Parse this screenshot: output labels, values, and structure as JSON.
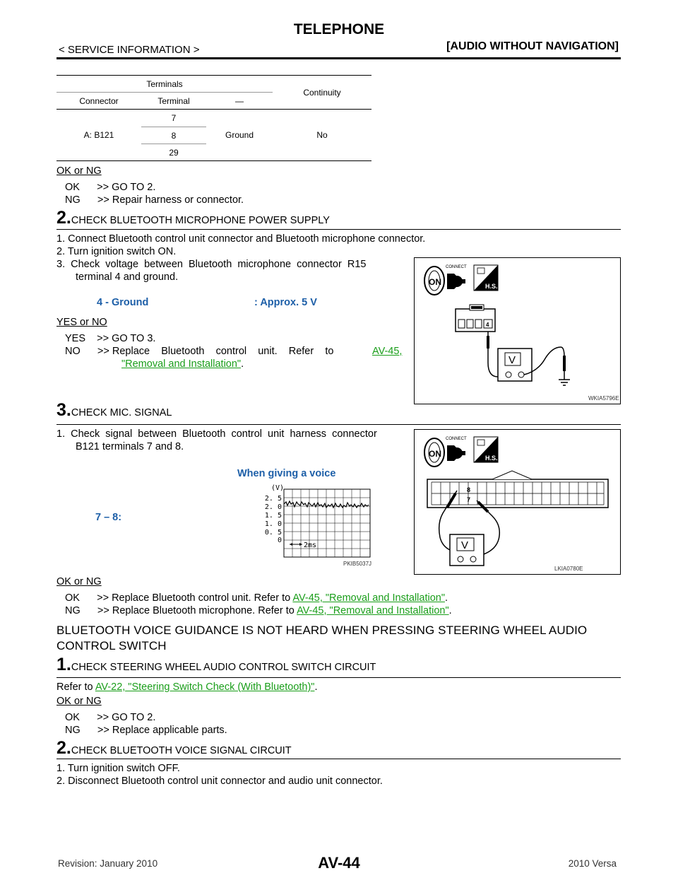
{
  "header": {
    "title": "TELEPHONE",
    "left": "< SERVICE INFORMATION >",
    "right": "[AUDIO WITHOUT NAVIGATION]"
  },
  "table": {
    "terminals": "Terminals",
    "continuity": "Continuity",
    "connector": "Connector",
    "terminal": "Terminal",
    "dash": "—",
    "connector_value": "A: B121",
    "terminal_values": [
      "7",
      "8",
      "29"
    ],
    "ground": "Ground",
    "result": "No"
  },
  "sec1": {
    "ok_or_ng": "OK or NG",
    "ok": "OK      >> GO TO 2.",
    "ng": "NG      >> Repair harness or connector."
  },
  "step2": {
    "num": "2.",
    "title": "CHECK BLUETOOTH MICROPHONE POWER SUPPLY",
    "l1": "1.  Connect Bluetooth control unit connector and Bluetooth microphone connector.",
    "l2": "2.  Turn ignition switch ON.",
    "l3a": "3.  Check  voltage  between  Bluetooth  microphone  connector  R15",
    "l3b": "terminal 4 and ground.",
    "spec_label": "4 - Ground",
    "spec_value": ": Approx. 5 V",
    "yes_or_no": "YES or NO",
    "yes": "YES    >> GO TO 3.",
    "no": "NO      >> Replace    Bluetooth    control    unit.    Refer    to",
    "link1": "AV-45,",
    "link2": "\"Removal and Installation\"",
    "fig_code": "WKIA5796E",
    "fig_connect": "CONNECT",
    "fig_on": "ON",
    "fig_hs": "H.S.",
    "fig_pin": "4",
    "fig_v": "V"
  },
  "step3": {
    "num": "3.",
    "title": "CHECK MIC. SIGNAL",
    "l1a": "1.  Check  signal  between  Bluetooth  control  unit  harness  connector",
    "l1b": "B121 terminals 7 and 8.",
    "voice": "When giving a voice",
    "pins": "7 – 8:",
    "scope_unit": "(V)",
    "scope_ticks": [
      "2. 5",
      "2. 0",
      "1. 5",
      "1. 0",
      "0. 5",
      "0"
    ],
    "scope_time": "2ms",
    "scope_code": "PKIB5037J",
    "fig_code": "LKIA0780E",
    "fig_connect": "CONNECT",
    "fig_on": "ON",
    "fig_hs": "H.S.",
    "pin8": "8",
    "pin7": "7",
    "fig_v": "V",
    "ok_or_ng": "OK or NG",
    "ok_pre": "OK      >> Replace Bluetooth control unit. Refer to",
    "ok_link": "AV-45, \"Removal and Installation\"",
    "ng_pre": "NG      >> Replace Bluetooth microphone. Refer to",
    "ng_link": "AV-45, \"Removal and Installation\""
  },
  "section2": {
    "heading1": "BLUETOOTH VOICE GUIDANCE IS NOT HEARD WHEN PRESSING STEERING WHEEL AUDIO",
    "heading2": "CONTROL SWITCH"
  },
  "s2step1": {
    "num": "1.",
    "title": "CHECK STEERING WHEEL AUDIO CONTROL SWITCH CIRCUIT",
    "refer": "Refer to",
    "link": "AV-22, \"Steering Switch Check (With Bluetooth)\"",
    "ok_or_ng": "OK or NG",
    "ok": "OK      >> GO TO 2.",
    "ng": "NG      >> Replace applicable parts."
  },
  "s2step2": {
    "num": "2.",
    "title": "CHECK BLUETOOTH VOICE SIGNAL CIRCUIT",
    "l1": "1.  Turn ignition switch OFF.",
    "l2": "2.  Disconnect Bluetooth control unit connector and audio unit connector."
  },
  "footer": {
    "page": "AV-44",
    "revision": "Revision: January 2010",
    "model": "2010 Versa"
  }
}
